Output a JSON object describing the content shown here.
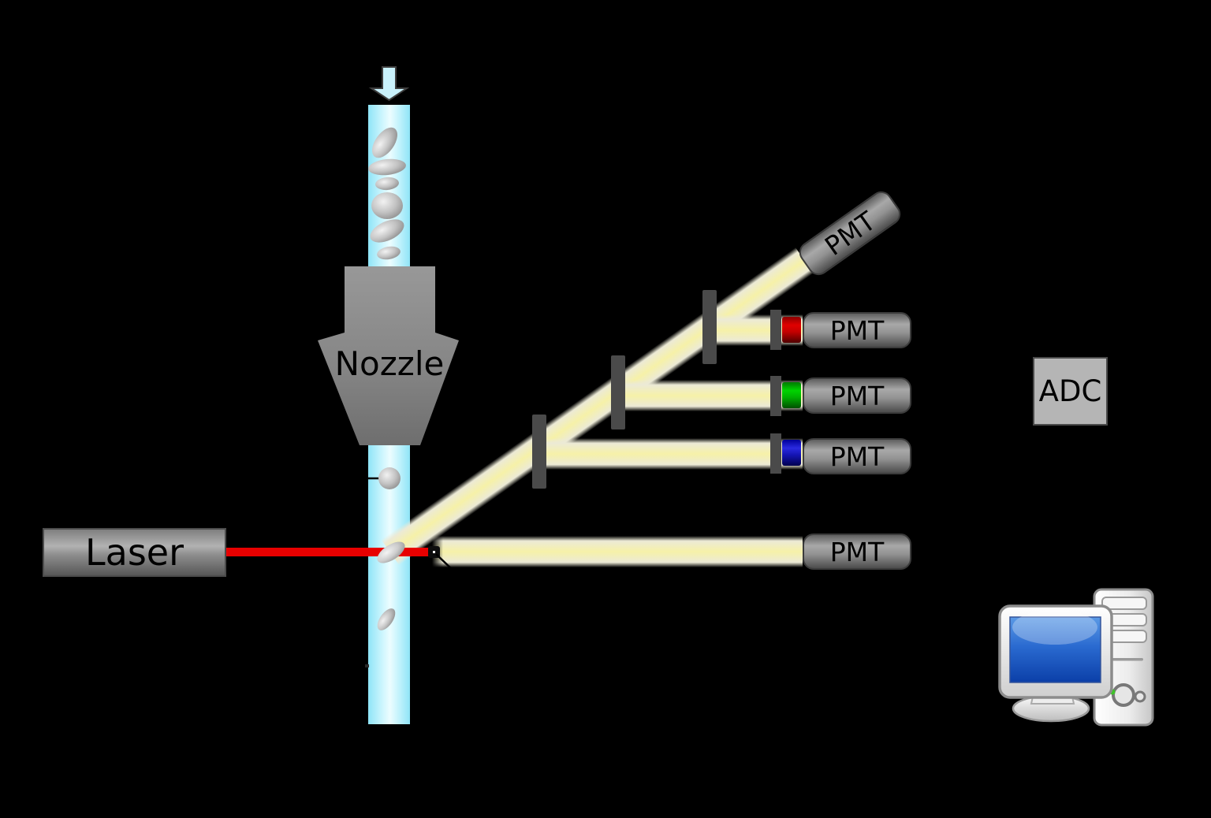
{
  "diagram": {
    "nozzle": {
      "label": "Nozzle"
    },
    "laser": {
      "label": "Laser",
      "beam_color": "#e80000"
    },
    "adc": {
      "label": "ADC"
    },
    "stream": {
      "color": "#aeeffb",
      "flow_direction": "down"
    },
    "beams": {
      "color": "#f6f1a8"
    },
    "mirrors": {
      "count": 3,
      "color": "#4a4a4a"
    },
    "detectors": {
      "side": [
        {
          "label": "PMT",
          "filter": "red",
          "filter_color": "#cc0000"
        },
        {
          "label": "PMT",
          "filter": "green",
          "filter_color": "#00c000"
        },
        {
          "label": "PMT",
          "filter": "blue",
          "filter_color": "#1a1ab8"
        }
      ],
      "diagonal": {
        "label": "PMT"
      },
      "forward": {
        "label": "PMT"
      }
    },
    "icons": {
      "flow_arrow": "down-arrow-icon",
      "computer": "desktop-computer-icon"
    }
  }
}
